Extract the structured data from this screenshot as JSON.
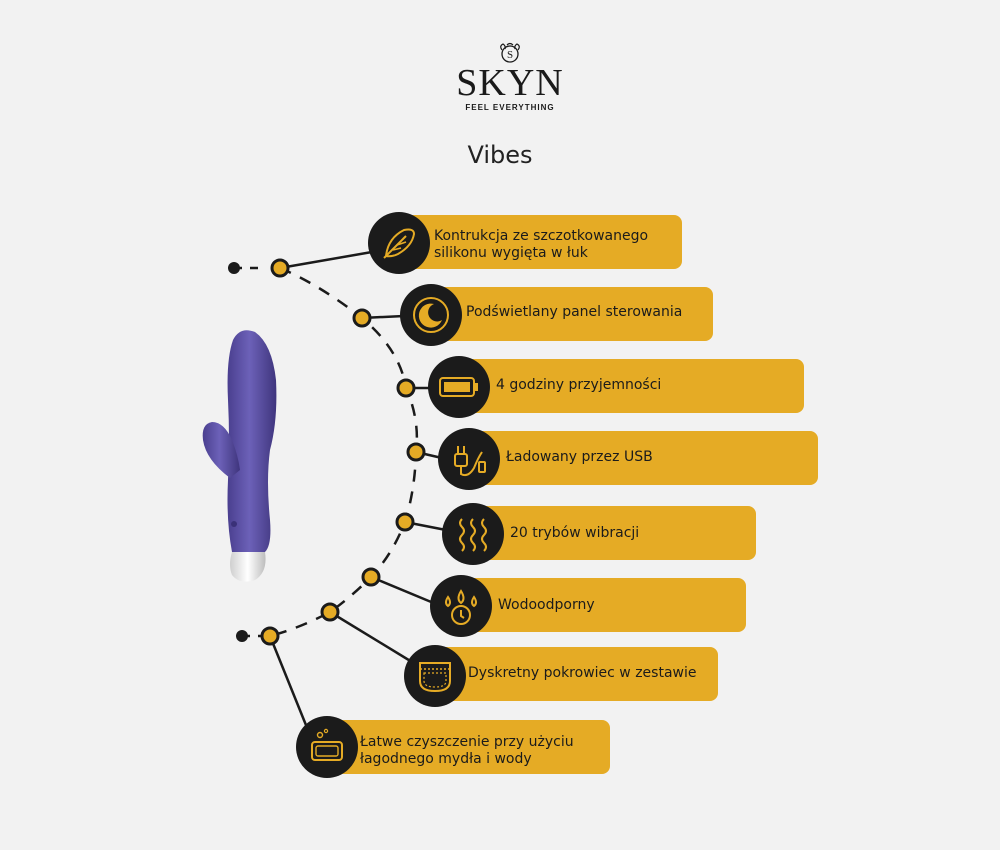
{
  "brand": {
    "name": "SKYN",
    "emblem_letter": "S",
    "tagline": "FEEL EVERYTHING"
  },
  "title": "Vibes",
  "colors": {
    "accent": "#e5ab25",
    "dark": "#1b1b1b",
    "background": "#f2f2f2",
    "product": "#5a4fa3"
  },
  "features": [
    {
      "icon": "feather-icon",
      "label": "Kontrukcja ze szczotkowanego silikonu wygięta w łuk"
    },
    {
      "icon": "moon-icon",
      "label": "Podświetlany panel sterowania"
    },
    {
      "icon": "battery-icon",
      "label": "4 godziny przyjemności"
    },
    {
      "icon": "usb-plug-icon",
      "label": "Ładowany przez USB"
    },
    {
      "icon": "vibration-waves-icon",
      "label": "20 trybów wibracji"
    },
    {
      "icon": "water-drops-icon",
      "label": "Wodoodporny"
    },
    {
      "icon": "pouch-icon",
      "label": "Dyskretny pokrowiec w zestawie"
    },
    {
      "icon": "soap-icon",
      "label": "Łatwe czyszczenie przy użyciu łagodnego mydła i wody"
    }
  ]
}
